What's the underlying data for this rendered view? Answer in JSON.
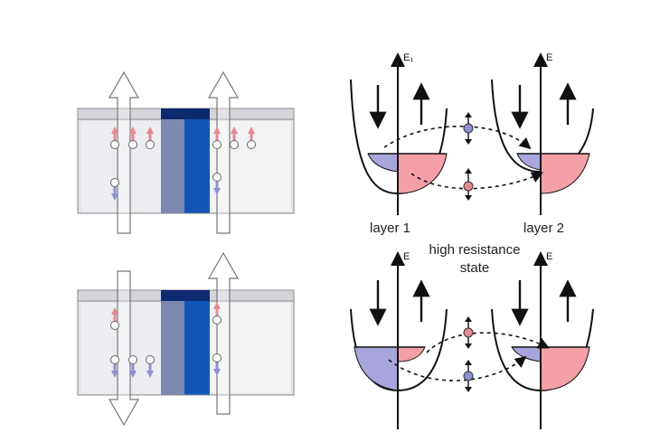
{
  "labels": {
    "layer1": "layer 1",
    "layer2": "layer 2",
    "state_line1": "high resistance",
    "state_line2": "state",
    "energy_axis_top_left": "E₁",
    "energy_axis": "E"
  },
  "colors": {
    "spin_up": "#e8888f",
    "spin_down": "#8f8fd8",
    "barrier_light": "#7c88b0",
    "barrier_dark": "#1156b8",
    "barrier_top": "#0e2a6e",
    "block_face": "#dcdde1",
    "block_top": "#d4d5da",
    "dos_up_fill": "#f4a0a6",
    "dos_down_fill": "#a9a6de"
  },
  "icons": {
    "magnetization_arrow": "hollow-arrow-icon",
    "spin_arrow": "spin-arrow-icon",
    "electron": "electron-dot-icon"
  }
}
